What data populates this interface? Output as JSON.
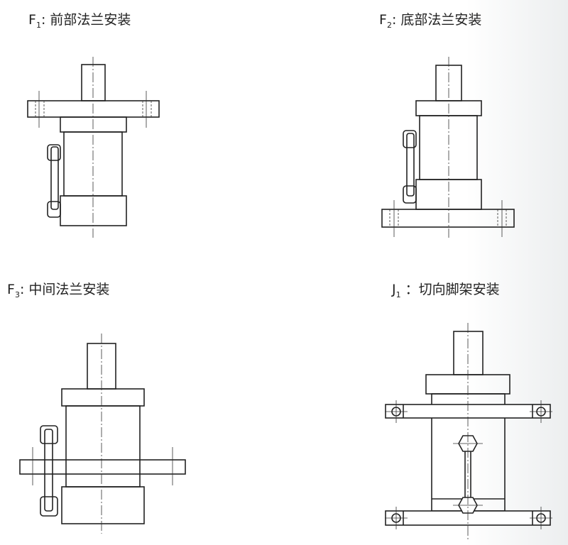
{
  "diagrams": [
    {
      "code": "F",
      "sub": "1",
      "sep": ":",
      "title": "前部法兰安装"
    },
    {
      "code": "F",
      "sub": "2",
      "sep": ":",
      "title": "底部法兰安装"
    },
    {
      "code": "F",
      "sub": "3",
      "sep": ":",
      "title": "中间法兰安装"
    },
    {
      "code": "J",
      "sub": "1",
      "sep": "：",
      "title": "切向脚架安装"
    }
  ]
}
